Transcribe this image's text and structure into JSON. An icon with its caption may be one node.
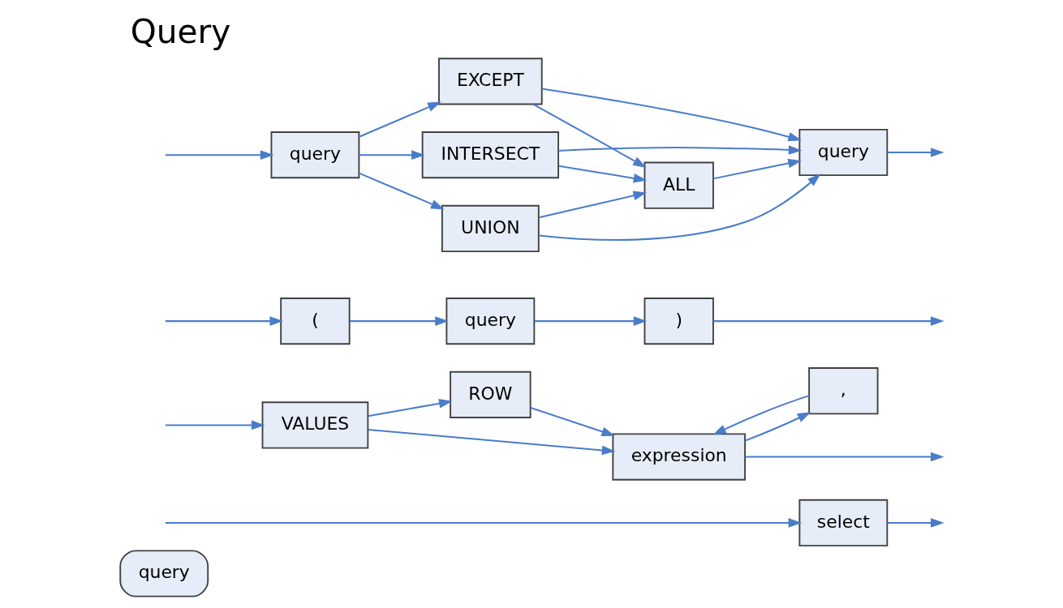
{
  "diagram": {
    "title": "Query",
    "nodes": [
      {
        "text": [
          "query"
        ]
      },
      {
        "text": [
          "select"
        ]
      },
      {
        "text": [
          "VALUES"
        ]
      },
      {
        "text": [
          "ROW"
        ]
      },
      {
        "text": [
          "expression"
        ]
      },
      {
        "text": [
          ","
        ]
      },
      {
        "text": [
          "("
        ]
      },
      {
        "text": [
          "query"
        ]
      },
      {
        "text": [
          ")"
        ]
      },
      {
        "text": [
          "query"
        ]
      },
      {
        "text": [
          "EXCEPT"
        ]
      },
      {
        "text": [
          "INTERSECT"
        ]
      },
      {
        "text": [
          "UNION"
        ]
      },
      {
        "text": [
          "ALL"
        ]
      },
      {
        "text": [
          "query"
        ]
      }
    ],
    "edges": [
      {
        "from": null,
        "to": 1,
        "arrow": "to"
      },
      {
        "from": null,
        "to": 2,
        "arrow": "to"
      },
      {
        "from": null,
        "to": 6,
        "arrow": "to"
      },
      {
        "from": null,
        "to": 9,
        "arrow": "to"
      },
      {
        "from": 1,
        "to": null,
        "arrow": "to"
      },
      {
        "from": 2,
        "to": 3,
        "arrow": "to"
      },
      {
        "from": 2,
        "to": 4,
        "arrow": "to"
      },
      {
        "from": 3,
        "to": 4,
        "arrow": "to"
      },
      {
        "from": 4,
        "to": 5,
        "arrow": "to"
      },
      {
        "from": 5,
        "to": 4,
        "arrow": "to"
      },
      {
        "from": 4,
        "to": null,
        "arrow": "to"
      },
      {
        "from": 6,
        "to": 7,
        "arrow": "to"
      },
      {
        "from": 7,
        "to": 8,
        "arrow": "to"
      },
      {
        "from": 8,
        "to": null,
        "arrow": "to"
      },
      {
        "from": 9,
        "to": 10,
        "arrow": "to"
      },
      {
        "from": 9,
        "to": 11,
        "arrow": "to"
      },
      {
        "from": 9,
        "to": 12,
        "arrow": "to"
      },
      {
        "from": 10,
        "to": 13,
        "arrow": "to"
      },
      {
        "from": 11,
        "to": 13,
        "arrow": "to"
      },
      {
        "from": 12,
        "to": 13,
        "arrow": "to"
      },
      {
        "from": 10,
        "to": 14,
        "arrow": "to"
      },
      {
        "from": 11,
        "to": 14,
        "arrow": "to"
      },
      {
        "from": 12,
        "to": 14,
        "arrow": "to"
      },
      {
        "from": 13,
        "to": 14,
        "arrow": "to"
      },
      {
        "from": 14,
        "to": null,
        "arrow": "to"
      }
    ]
  }
}
